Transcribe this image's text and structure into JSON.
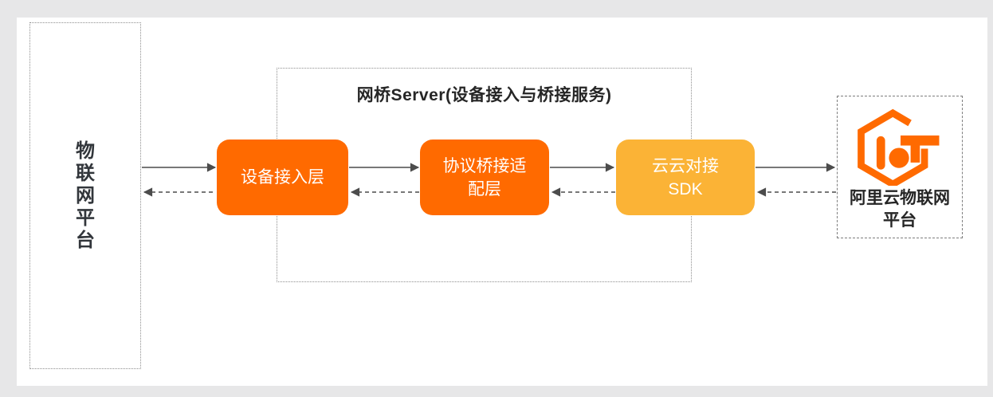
{
  "diagram": {
    "left_platform": {
      "label": "物联网平台"
    },
    "bridge_server": {
      "title": "网桥Server(设备接入与桥接服务)",
      "nodes": [
        {
          "id": "device-access-layer",
          "lines": [
            "设备接入层",
            ""
          ],
          "color": "#FF6A00"
        },
        {
          "id": "protocol-bridge-adapt-layer",
          "lines": [
            "协议桥接适",
            "配层"
          ],
          "color": "#FF6A00"
        },
        {
          "id": "cloud-cloud-sdk",
          "lines": [
            "云云对接",
            "SDK"
          ],
          "color": "#FBB336"
        }
      ]
    },
    "right_platform": {
      "logo": "aliyun-iot-logo",
      "lines": [
        "阿里云物联网",
        "平台"
      ]
    },
    "connections": {
      "solid_direction": "right",
      "dashed_direction": "left",
      "arrow_color": "#4c4c4c"
    },
    "colors": {
      "brand_orange": "#FF6A00",
      "brand_yellow": "#FBB336",
      "background": "#e7e7e8",
      "panel": "#ffffff"
    }
  }
}
